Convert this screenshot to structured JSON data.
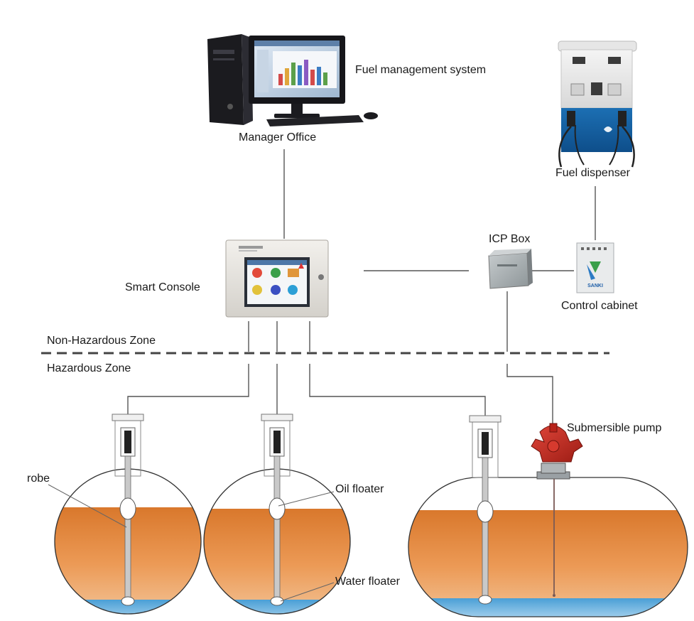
{
  "labels": {
    "fuel_management_system": "Fuel  management system",
    "manager_office": "Manager Office",
    "fuel_dispenser": "Fuel dispenser",
    "icp_box": "ICP Box",
    "smart_console": "Smart Console",
    "control_cabinet": "Control cabinet",
    "non_hazardous_zone": "Non-Hazardous Zone",
    "hazardous_zone": "Hazardous Zone",
    "submersible_pump": "Submersible pump",
    "probe": "robe",
    "oil_floater": "Oil floater",
    "water_floater": "Water floater"
  },
  "brand_text": {
    "cabinet_logo": "SANKI"
  },
  "colors": {
    "oil": "#e08a3c",
    "water": "#5aa8d8",
    "line": "#555555",
    "pump": "#c8281e"
  }
}
